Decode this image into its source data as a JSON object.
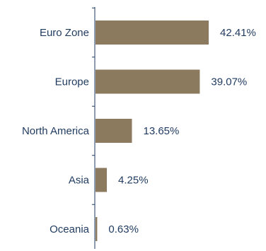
{
  "chart_data": {
    "type": "bar",
    "orientation": "horizontal",
    "categories": [
      "Euro Zone",
      "Europe",
      "North America",
      "Asia",
      "Oceania"
    ],
    "values": [
      42.41,
      39.07,
      13.65,
      4.25,
      0.63
    ],
    "value_labels": [
      "42.41%",
      "39.07%",
      "13.65%",
      "4.25%",
      "0.63%"
    ],
    "unit": "%",
    "grid": false,
    "legend": "none"
  },
  "colors": {
    "bar": "#8b7a5e",
    "axis": "#1f3a5f",
    "text": "#1f3a5f"
  }
}
